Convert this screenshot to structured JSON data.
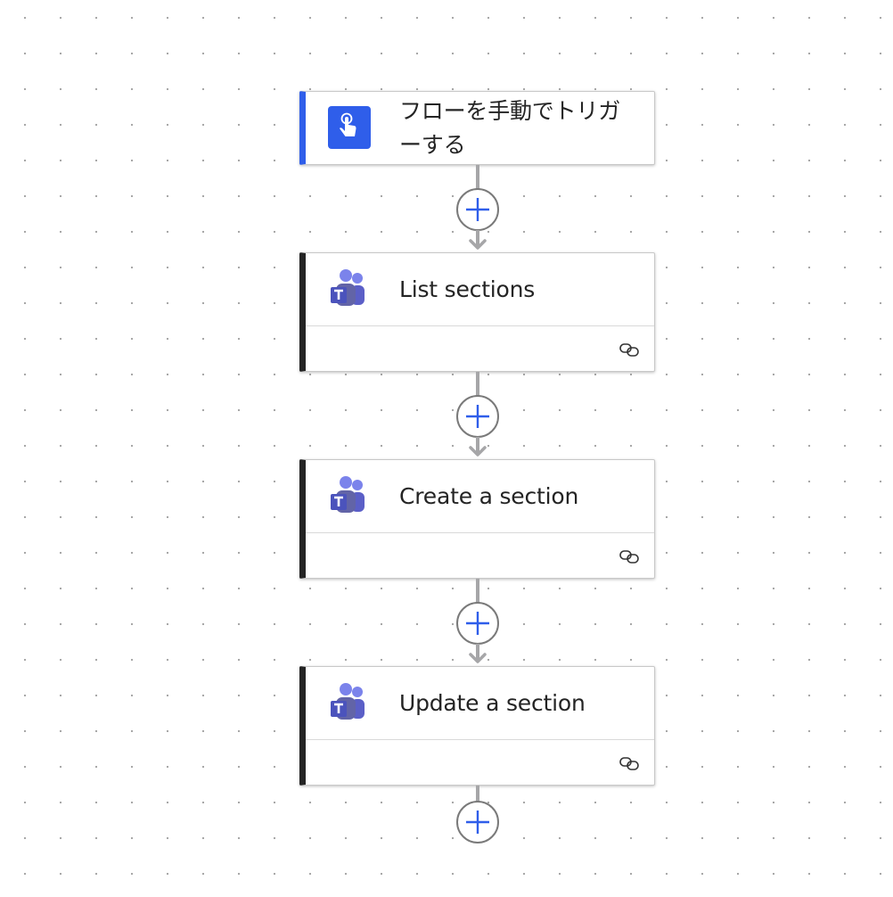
{
  "flow": {
    "trigger": {
      "title": "フローを手動でトリガーする",
      "icon": "manual-trigger-hand-icon",
      "accent_color": "#2f5eea"
    },
    "actions": [
      {
        "title": "List sections",
        "icon": "microsoft-teams-icon",
        "footer_icon": "connection-link-icon"
      },
      {
        "title": "Create a section",
        "icon": "microsoft-teams-icon",
        "footer_icon": "connection-link-icon"
      },
      {
        "title": "Update a section",
        "icon": "microsoft-teams-icon",
        "footer_icon": "connection-link-icon"
      }
    ],
    "add_step_icon": "plus-icon",
    "colors": {
      "action_accent": "#242424",
      "plus": "#2f5eea",
      "teams_purple": "#5b5fc7"
    }
  }
}
